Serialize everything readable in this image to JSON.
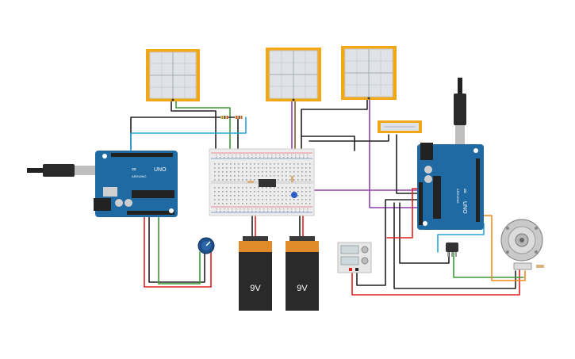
{
  "colors": {
    "arduino_board": "#1f6aa3",
    "board_dark": "#154f7c",
    "sensor_frame": "#f0a819",
    "sensor_fill": "#dfe3e7",
    "breadboard": "#ececec",
    "battery_body": "#2a2a2a",
    "battery_top": "#e08a2a",
    "wire_red": "#e02020",
    "wire_black": "#222222",
    "wire_green": "#3a9a3a",
    "wire_purple": "#8e3fae",
    "wire_blue": "#2aa3d8",
    "wire_orange": "#f08a1a",
    "wire_brown": "#8a5a2a"
  },
  "arduino_left": {
    "brand_label": "UNO",
    "maker_label": "ARDUINO"
  },
  "arduino_right": {
    "brand_label": "UNO",
    "maker_label": "ARDUINO"
  },
  "batteries": [
    {
      "label": "9V"
    },
    {
      "label": "9V"
    }
  ],
  "icons": {
    "usb_plug_left": "usb-plug-icon",
    "usb_plug_right": "usb-plug-icon",
    "potentiometer": "potentiometer-icon",
    "servo_motor": "servo-motor-icon"
  }
}
